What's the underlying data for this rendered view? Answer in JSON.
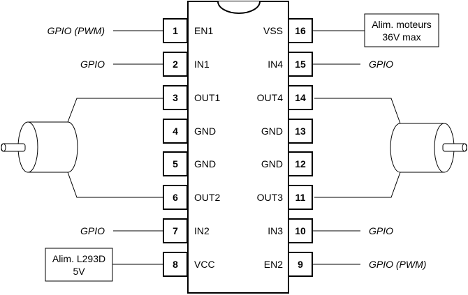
{
  "left_pins": [
    {
      "num": "1",
      "name": "EN1",
      "label": "GPIO (PWM)"
    },
    {
      "num": "2",
      "name": "IN1",
      "label": "GPIO"
    },
    {
      "num": "3",
      "name": "OUT1",
      "label": ""
    },
    {
      "num": "4",
      "name": "GND",
      "label": ""
    },
    {
      "num": "5",
      "name": "GND",
      "label": ""
    },
    {
      "num": "6",
      "name": "OUT2",
      "label": ""
    },
    {
      "num": "7",
      "name": "IN2",
      "label": "GPIO"
    },
    {
      "num": "8",
      "name": "VCC",
      "label": ""
    }
  ],
  "right_pins": [
    {
      "num": "16",
      "name": "VSS",
      "label": ""
    },
    {
      "num": "15",
      "name": "IN4",
      "label": "GPIO"
    },
    {
      "num": "14",
      "name": "OUT4",
      "label": ""
    },
    {
      "num": "13",
      "name": "GND",
      "label": ""
    },
    {
      "num": "12",
      "name": "GND",
      "label": ""
    },
    {
      "num": "11",
      "name": "OUT3",
      "label": ""
    },
    {
      "num": "10",
      "name": "IN3",
      "label": "GPIO"
    },
    {
      "num": "9",
      "name": "EN2",
      "label": "GPIO (PWM)"
    }
  ],
  "boxes": {
    "motor_supply": {
      "line1": "Alim. moteurs",
      "line2": "36V max"
    },
    "logic_supply": {
      "line1": "Alim. L293D",
      "line2": "5V"
    }
  },
  "colors": {
    "stroke": "#000000",
    "background": "#ffffff"
  }
}
